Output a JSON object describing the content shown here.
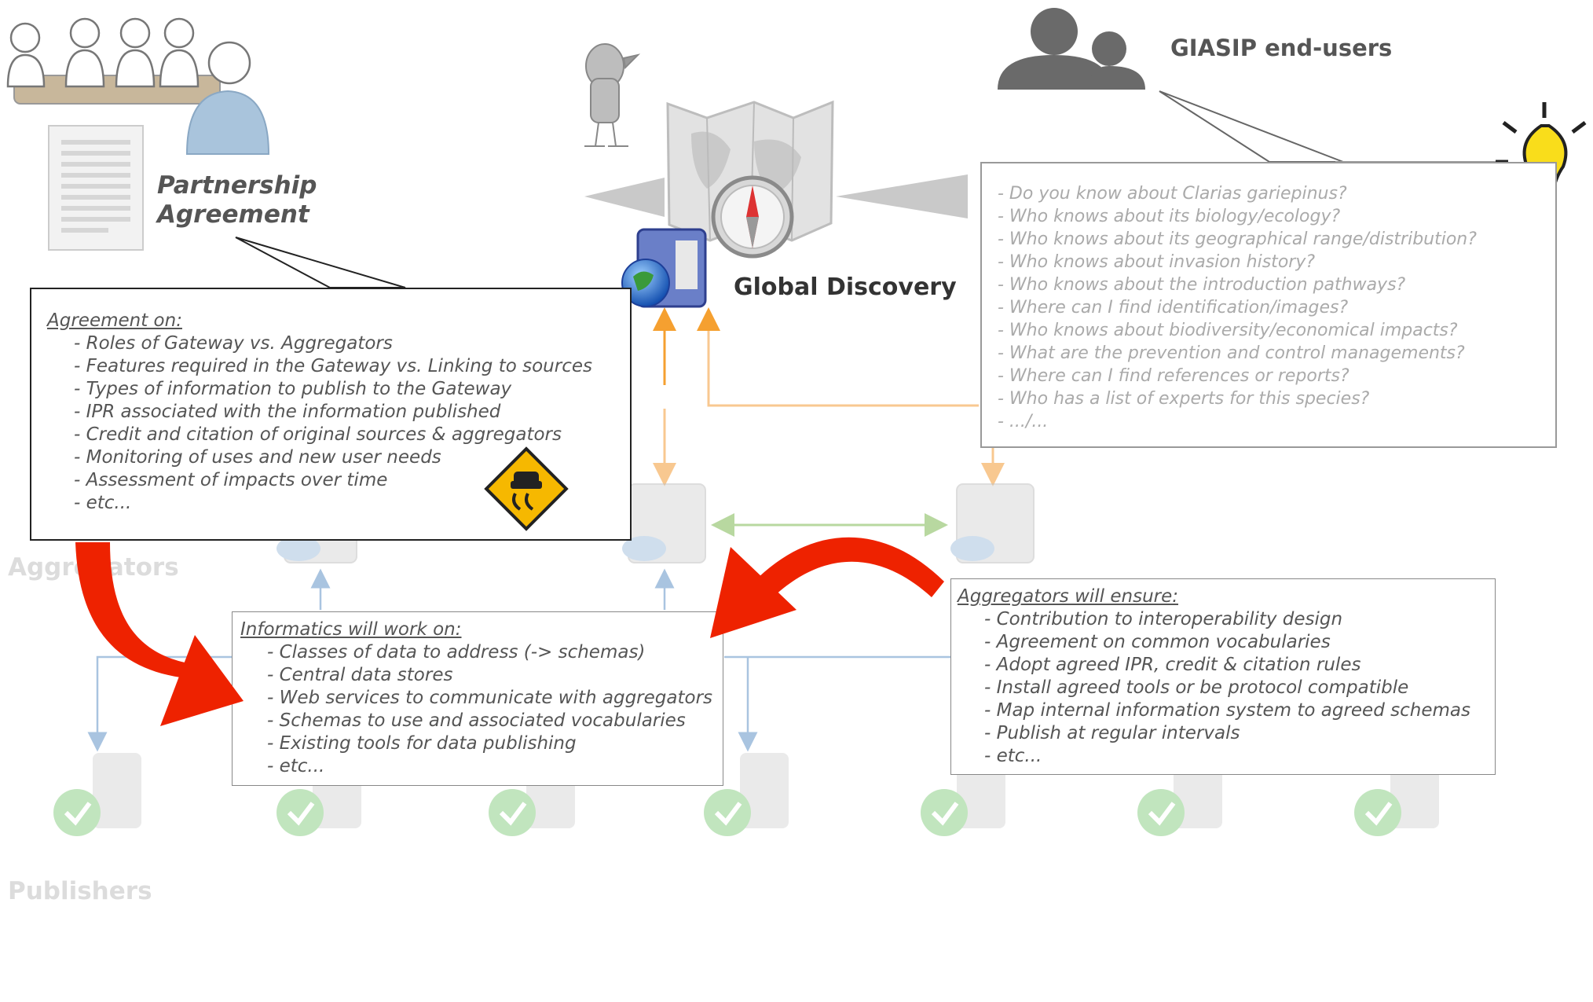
{
  "labels": {
    "partnership_line1": "Partnership",
    "partnership_line2": "Agreement",
    "global_discovery": "Global Discovery",
    "end_users": "GIASIP end-users",
    "aggregators": "Aggregators",
    "publishers": "Publishers"
  },
  "agreement_box": {
    "title": "Agreement on:",
    "items": [
      "- Roles of Gateway vs. Aggregators",
      "- Features required in the Gateway vs. Linking to sources",
      "- Types of information to publish to the Gateway",
      "- IPR associated with the information published",
      "- Credit and citation of original sources & aggregators",
      "- Monitoring of uses and new user needs",
      "- Assessment of impacts over time",
      "- etc..."
    ]
  },
  "informatics_box": {
    "title": "Informatics will work on:",
    "items": [
      "- Classes of data to address (-> schemas)",
      "- Central data stores",
      "- Web services to communicate with aggregators",
      "- Schemas to use and associated vocabularies",
      "- Existing tools for data publishing",
      "- etc..."
    ]
  },
  "aggregators_box": {
    "title": "Aggregators will ensure:",
    "items": [
      "- Contribution to interoperability design",
      "- Agreement on common vocabularies",
      "- Adopt agreed IPR, credit & citation rules",
      "- Install agreed tools or be protocol compatible",
      "- Map internal information system to agreed schemas",
      "- Publish at regular intervals",
      "- etc..."
    ]
  },
  "questions_box": {
    "items": [
      "- Do you know about Clarias gariepinus?",
      "- Who knows about its biology/ecology?",
      "- Who knows about its geographical range/distribution?",
      "- Who knows about invasion history?",
      "- Who knows about the introduction pathways?",
      "- Where can I find identification/images?",
      "- Who knows about biodiversity/economical impacts?",
      "- What are the prevention and control managements?",
      "- Where can I find references or reports?",
      "- Who has a list of experts for this species?",
      "- .../..."
    ]
  },
  "colors": {
    "arrow_red": "#ee2200",
    "arrow_orange": "#f5a030",
    "arrow_blue": "#a9c4e0",
    "arrow_green": "#b8d8a0",
    "server_gray": "#d9d9d9",
    "check_green": "#8fd08a",
    "warning_yellow": "#f6b800"
  }
}
